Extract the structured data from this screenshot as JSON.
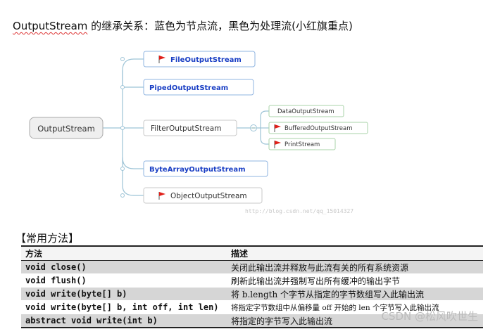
{
  "heading": {
    "prefix": "OutputStream",
    "rest": " 的继承关系：蓝色为节点流，黑色为处理流(小红旗重点)"
  },
  "diagram": {
    "root": "OutputStream",
    "children": [
      {
        "label": "FileOutputStream",
        "color": "#1a3fc4",
        "bold": true,
        "flag": true
      },
      {
        "label": "PipedOutputStream",
        "color": "#1a3fc4",
        "bold": true,
        "flag": false
      },
      {
        "label": "FilterOutputStream",
        "color": "#333333",
        "bold": false,
        "flag": false
      },
      {
        "label": "ByteArrayOutputStream",
        "color": "#1a3fc4",
        "bold": true,
        "flag": false
      },
      {
        "label": "ObjectOutputStream",
        "color": "#333333",
        "bold": false,
        "flag": true
      }
    ],
    "filter_children": [
      {
        "label": "DataOutputStream",
        "flag": false
      },
      {
        "label": "BufferedOutputStream",
        "flag": true
      },
      {
        "label": "PrintStream",
        "flag": true
      }
    ],
    "watermark_url": "http://blog.csdn.net/qq_15014327"
  },
  "methods": {
    "section_label": "【常用方法】",
    "headers": [
      "方法",
      "描述"
    ],
    "rows": [
      {
        "sig": "void close()",
        "desc": "关闭此输出流并释放与此流有关的所有系统资源"
      },
      {
        "sig": "void flush()",
        "desc": "刷新此输出流并强制写出所有缓冲的输出字节"
      },
      {
        "sig": "void write(byte[] b)",
        "desc": "将 b.length 个字节从指定的字节数组写入此输出流"
      },
      {
        "sig": "void write(byte[] b, int off, int len)",
        "desc": "将指定字节数组中从偏移量 off 开始的 len 个字节写入此输出流"
      },
      {
        "sig": "abstract void write(int b)",
        "desc": "将指定的字节写入此输出流"
      }
    ]
  },
  "watermark": "CSDN @松风吹世生",
  "colors": {
    "flag": "#e0201a",
    "node_stream": "#1a3fc4",
    "border_blue": "#8fb4e0",
    "border_green": "#a9d3a9"
  }
}
